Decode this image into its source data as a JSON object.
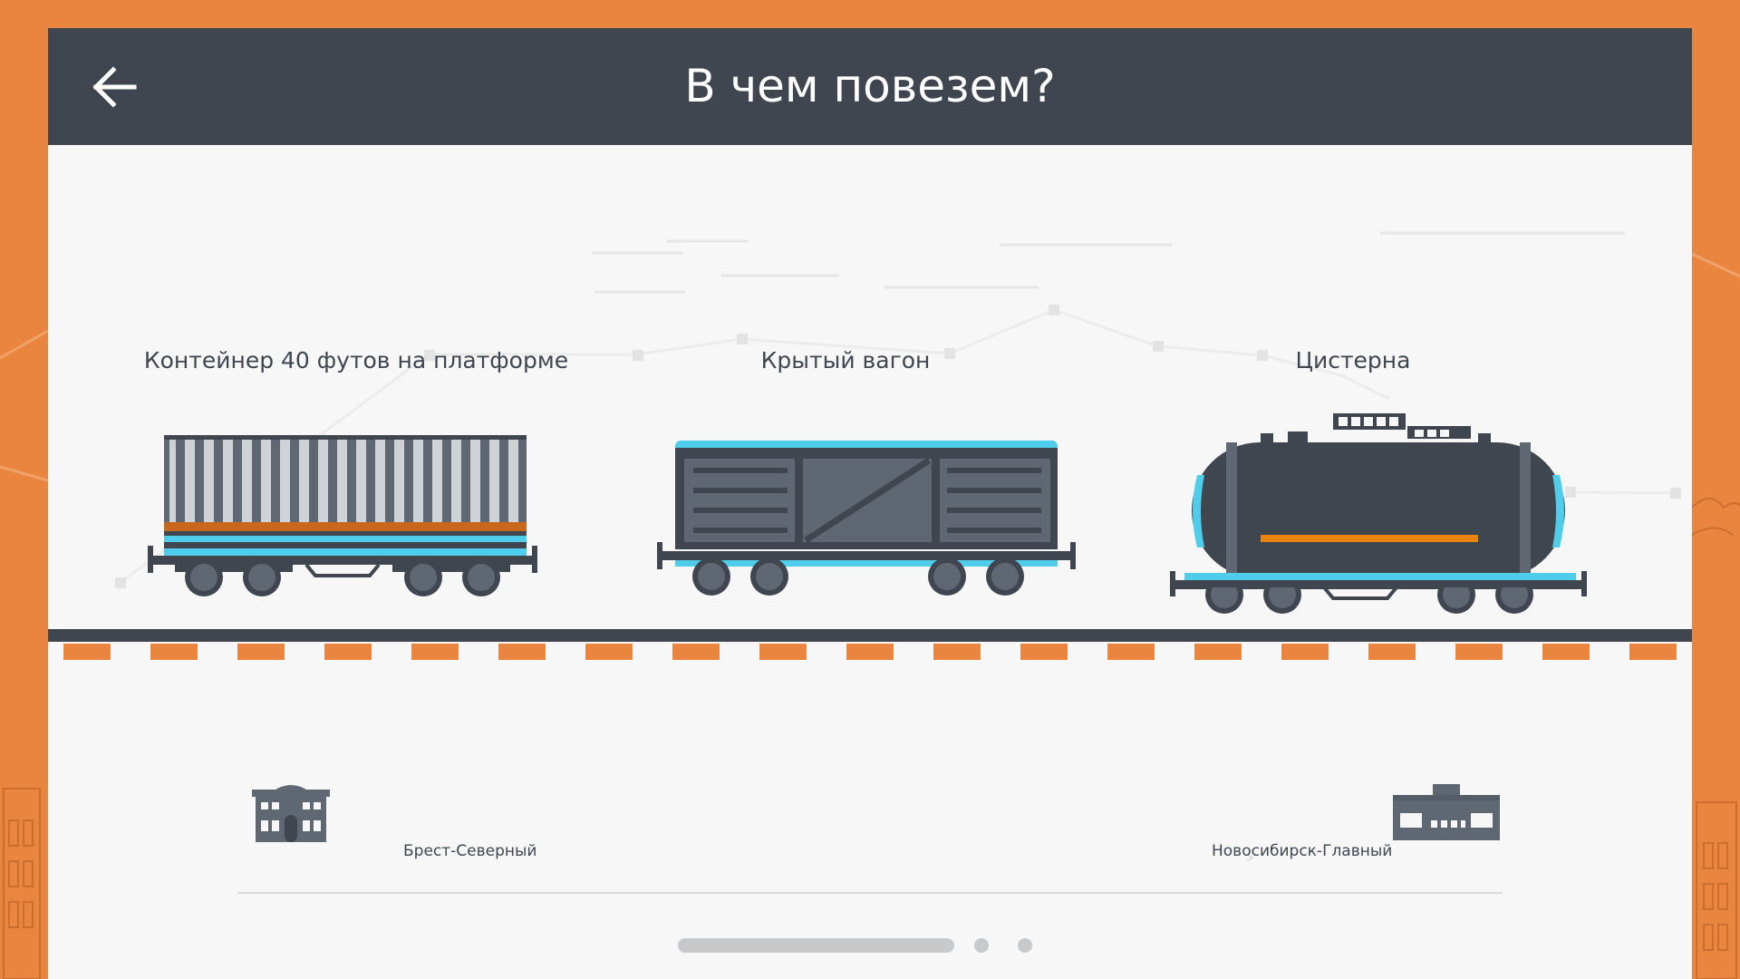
{
  "header": {
    "back_icon": "arrow-left-icon",
    "title": "В чем повезем?"
  },
  "wagons": [
    {
      "label": "Контейнер 40 футов на платформе",
      "icon": "container-flatcar-icon"
    },
    {
      "label": "Крытый вагон",
      "icon": "boxcar-icon"
    },
    {
      "label": "Цистерна",
      "icon": "tank-car-icon"
    }
  ],
  "route": {
    "from": "Брест-Северный",
    "to": "Новосибирск-Главный",
    "from_icon": "station-building-icon",
    "to_icon": "station-building-icon"
  },
  "pager": {
    "pages": 3,
    "current": 1
  },
  "colors": {
    "background": "#E9853F",
    "header": "#3F4650",
    "panel": "#F7F7F7",
    "accent_blue": "#4FCDEB",
    "accent_orange": "#E9853F",
    "wagon_dark": "#3F4650",
    "wagon_gray": "#5F6872"
  }
}
